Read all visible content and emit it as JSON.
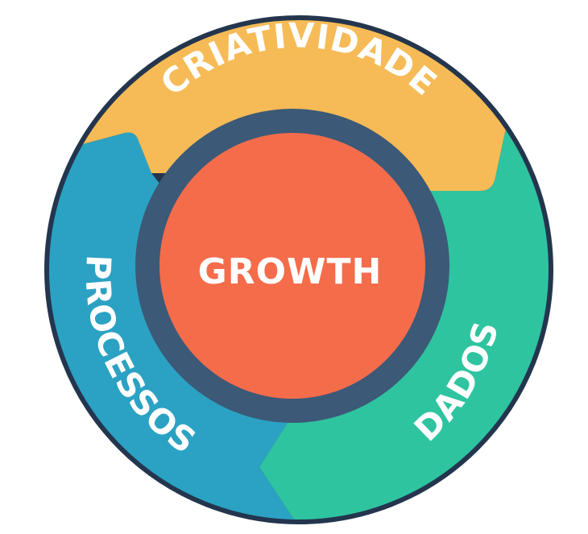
{
  "diagram": {
    "center_label": "GROWTH",
    "segments": [
      {
        "label": "CRIATIVIDADE",
        "color": "#F6BB56"
      },
      {
        "label": "DADOS",
        "color": "#2EC4A0"
      },
      {
        "label": "PROCESSOS",
        "color": "#2BA2C3"
      }
    ],
    "colors": {
      "outline": "#24354E",
      "inner_ring": "#3C5977",
      "center": "#F56C4B"
    }
  }
}
